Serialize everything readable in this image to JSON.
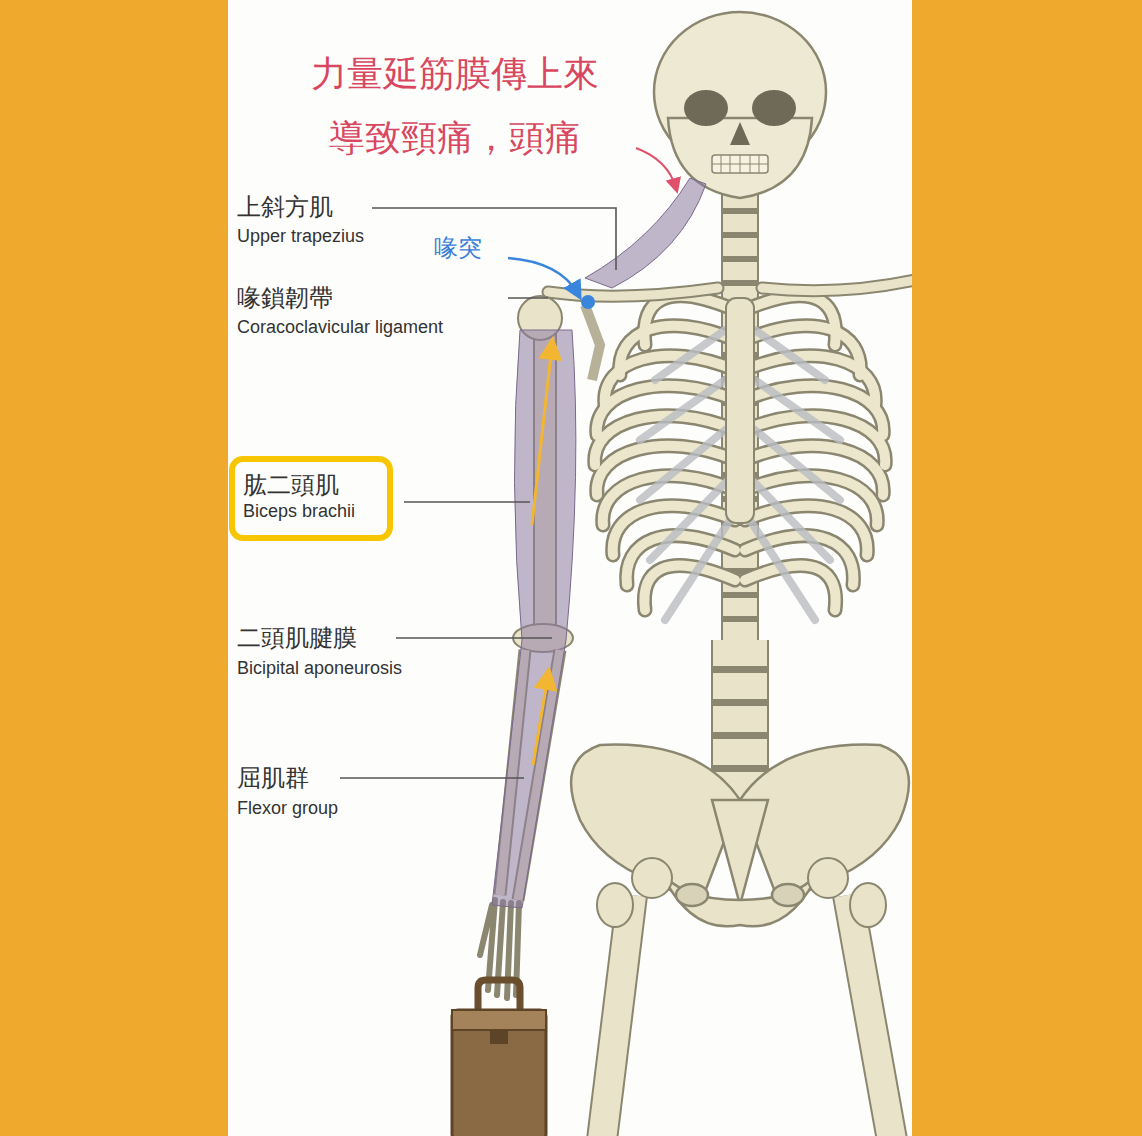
{
  "diagram": {
    "nodes": [
      {
        "text": [
          "肱二頭肌",
          "Biceps brachii"
        ]
      }
    ],
    "labels": [
      "力量延筋膜傳上來 導致頸痛，頭痛",
      "上斜方肌",
      "Upper trapezius",
      "喙突",
      "喙鎖韌帶",
      "Coracoclavicular ligament",
      "二頭肌腱膜",
      "Bicipital aponeurosis",
      "屈肌群",
      "Flexor group"
    ]
  }
}
